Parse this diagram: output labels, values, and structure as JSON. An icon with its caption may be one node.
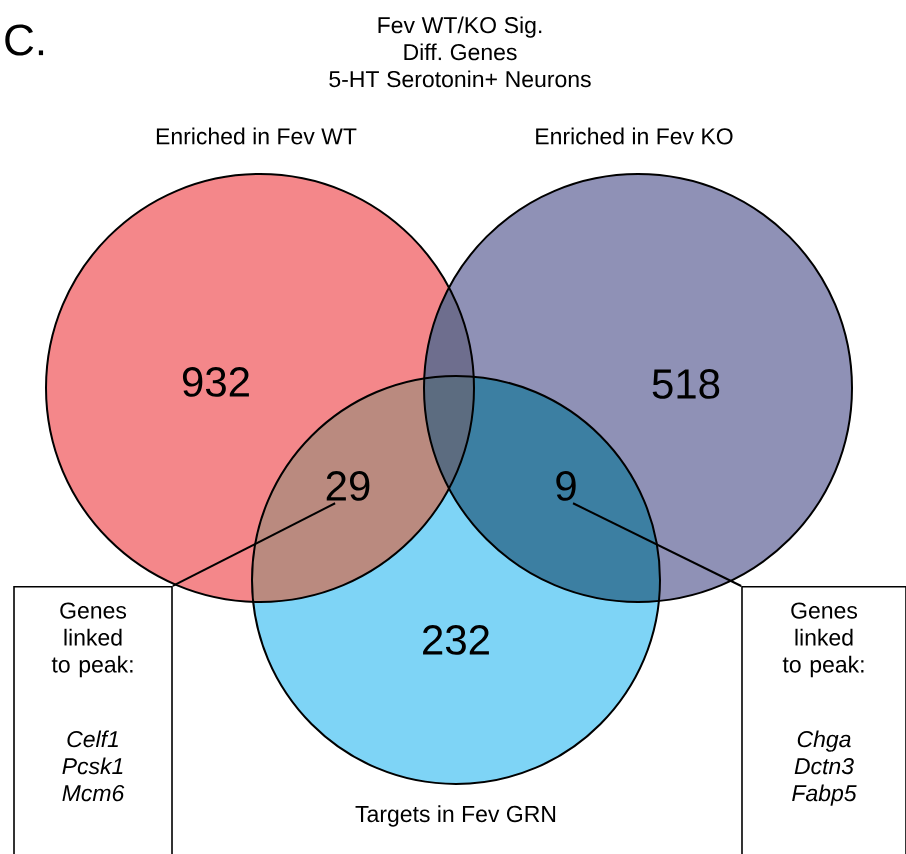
{
  "diagram": {
    "title": "Fev WT/KO Sig. Diff. Genes 5-HT Serotonin+ Neurons",
    "nodes": [
      {
        "text": [
          "Enriched in Fev WT",
          "932"
        ]
      },
      {
        "text": [
          "Enriched in Fev KO",
          "518"
        ]
      },
      {
        "text": [
          "232",
          "Targets in Fev GRN"
        ]
      },
      {
        "text": [
          "29"
        ]
      },
      {
        "text": [
          "9"
        ]
      },
      {
        "text": [
          "Genes linked to peak:",
          "Celf1 Pcsk1 Mcm6"
        ]
      },
      {
        "text": [
          "Genes linked to peak:",
          "Chga Dctn3 Fabp5"
        ]
      }
    ],
    "edges": [
      {
        "from": 5,
        "to": 3,
        "arrow": "none"
      },
      {
        "from": 6,
        "to": 4,
        "arrow": "none"
      }
    ],
    "labels": [
      "C."
    ]
  }
}
